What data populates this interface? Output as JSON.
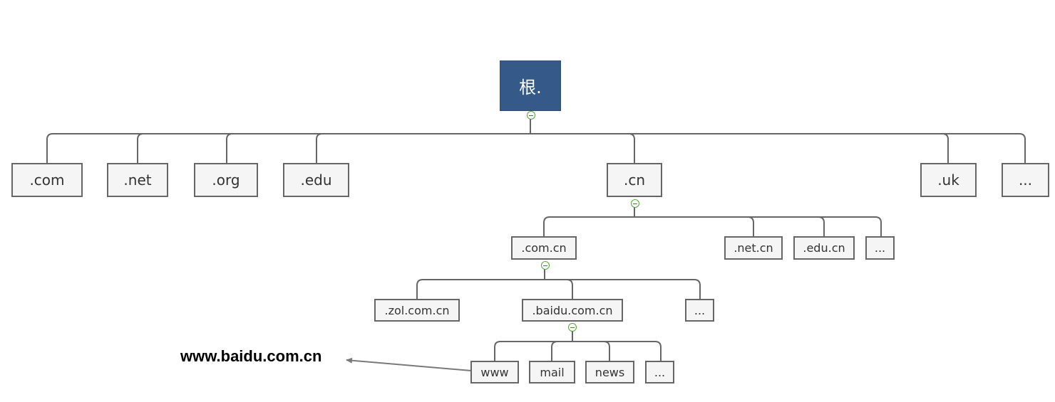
{
  "root": {
    "label": "根."
  },
  "tld": {
    "com": ".com",
    "net": ".net",
    "org": ".org",
    "edu": ".edu",
    "cn": ".cn",
    "uk": ".uk",
    "more": "..."
  },
  "cn_children": {
    "com_cn": ".com.cn",
    "net_cn": ".net.cn",
    "edu_cn": ".edu.cn",
    "more": "..."
  },
  "com_cn_children": {
    "zol": ".zol.com.cn",
    "baidu": ".baidu.com.cn",
    "more": "..."
  },
  "baidu_children": {
    "www": "www",
    "mail": "mail",
    "news": "news",
    "more": "..."
  },
  "callout": {
    "label": "www.baidu.com.cn"
  },
  "colors": {
    "root_fill": "#355a8a",
    "node_fill": "#f5f5f5",
    "node_border": "#666666",
    "connector": "#666666",
    "toggle": "#52a83a"
  }
}
